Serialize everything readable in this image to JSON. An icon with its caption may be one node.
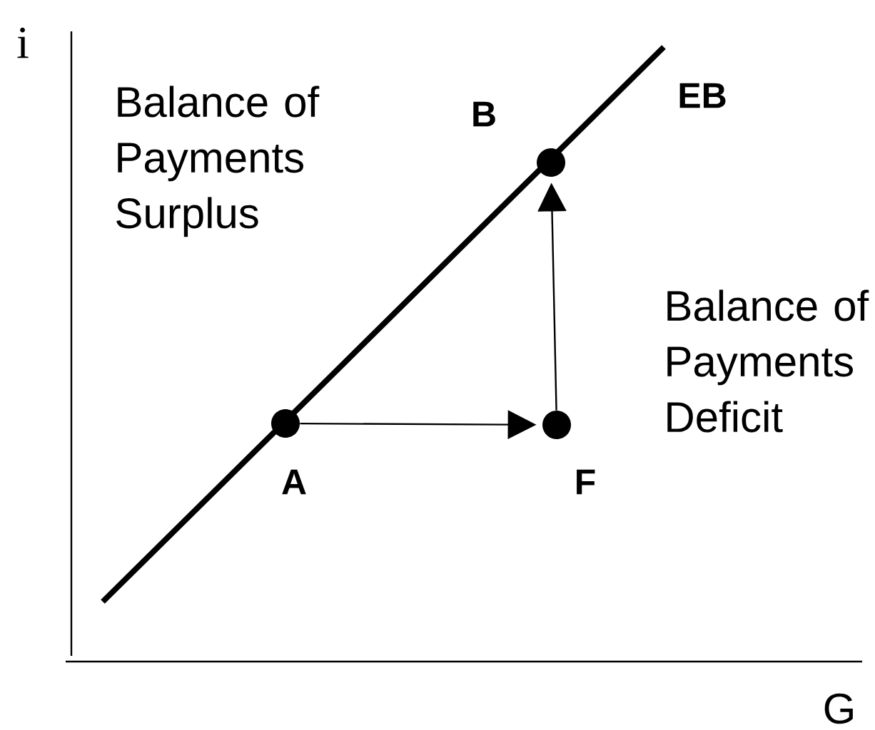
{
  "diagram": {
    "nodes": [
      {
        "text": [],
        "shape": "circle",
        "beside": [
          "A"
        ]
      },
      {
        "text": [],
        "shape": "circle",
        "beside": [
          "F"
        ]
      },
      {
        "text": [],
        "shape": "circle",
        "beside": [
          "B"
        ]
      }
    ],
    "edges": [
      {
        "from": 0,
        "to": 1,
        "arrow": "to"
      },
      {
        "from": 1,
        "to": 2,
        "arrow": "to"
      }
    ],
    "labels": [
      "i",
      "Balance of Payments Surplus",
      "EB",
      "Balance of Payments Deficit",
      "G"
    ]
  }
}
